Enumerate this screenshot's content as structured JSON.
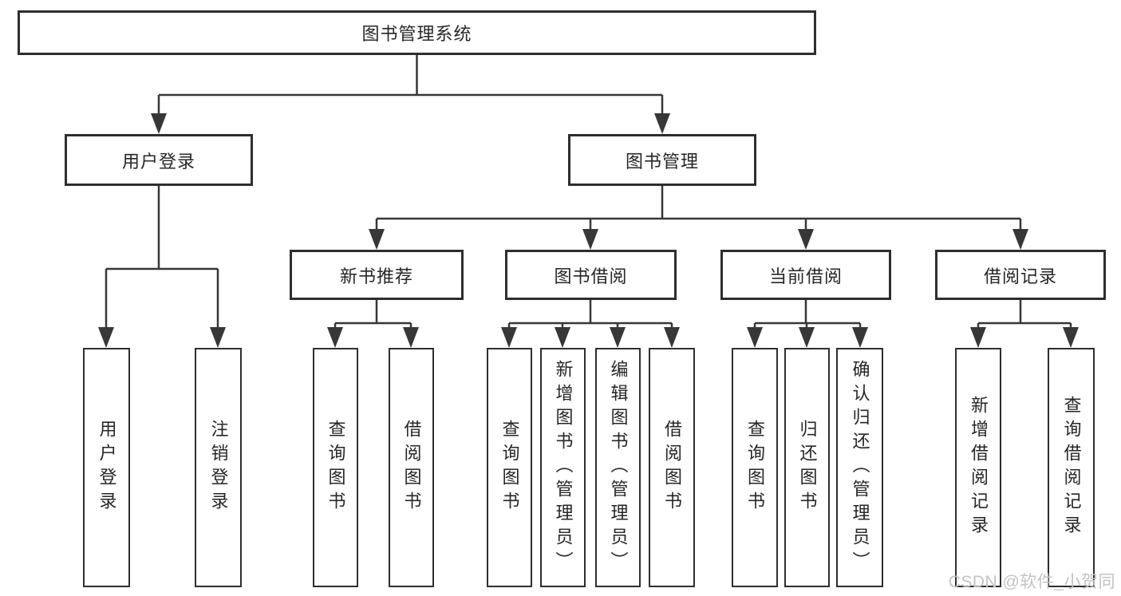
{
  "title": "图书管理系统",
  "watermark": "CSDN @软件_小贺同学",
  "colors": {
    "line": "#373737",
    "box_border": "#2e2e2e",
    "text": "#262626",
    "watermark": "#c3c3c3",
    "background": "#ffffff"
  },
  "tree": {
    "root": {
      "label": "图书管理系统"
    },
    "branches": [
      {
        "label": "用户登录",
        "leaves": [
          "用户登录",
          "注销登录"
        ]
      },
      {
        "label": "图书管理",
        "groups": [
          {
            "label": "新书推荐",
            "leaves": [
              "查询图书",
              "借阅图书"
            ]
          },
          {
            "label": "图书借阅",
            "leaves": [
              "查询图书",
              "新增图书（管理员）",
              "编辑图书（管理员）",
              "借阅图书"
            ]
          },
          {
            "label": "当前借阅",
            "leaves": [
              "查询图书",
              "归还图书",
              "确认归还（管理员）"
            ]
          },
          {
            "label": "借阅记录",
            "leaves": [
              "新增借阅记录",
              "查询借阅记录"
            ]
          }
        ]
      }
    ]
  }
}
